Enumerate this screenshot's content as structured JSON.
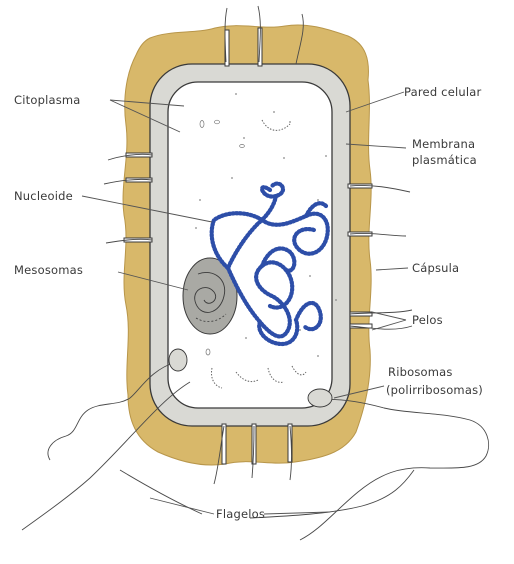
{
  "labels": {
    "citoplasma": "Citoplasma",
    "pared_celular": "Pared celular",
    "membrana_line1": "Membrana",
    "membrana_line2": "plasmática",
    "nucleoide": "Nucleoide",
    "mesosomas": "Mesosomas",
    "capsula": "Cápsula",
    "pelos": "Pelos",
    "ribosomas_line1": "Ribosomas",
    "ribosomas_line2": "(polirribosomas)",
    "flagelos": "Flagelos"
  },
  "colors": {
    "capsule": "#d8b86a",
    "capsule_edge": "#b8964a",
    "wall": "#d9d9d4",
    "cytoplasm": "#ffffff",
    "nucleoid": "#2d4ea8",
    "mesosome": "#a9a9a4",
    "outline": "#3a3a3a"
  }
}
